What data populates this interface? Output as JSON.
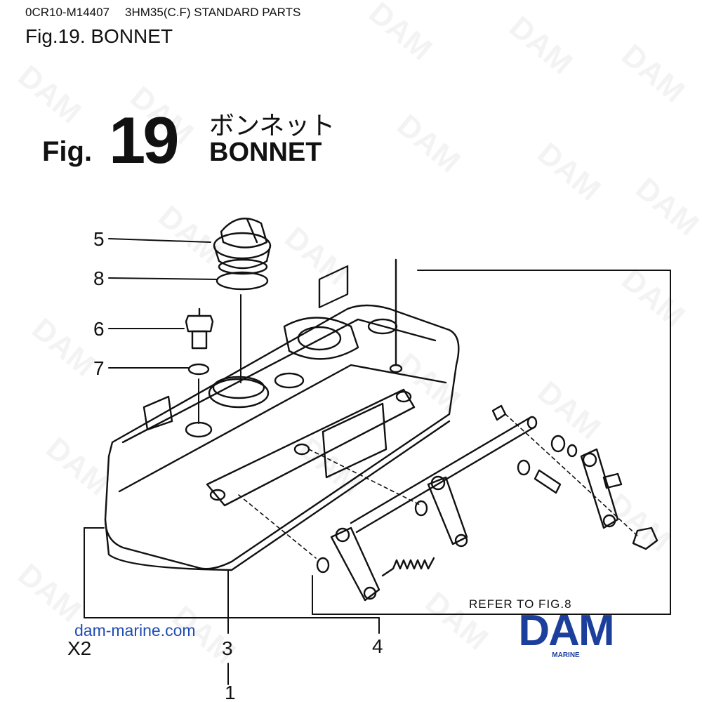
{
  "header": {
    "code": "0CR10-M14407",
    "model": "3HM35(C.F) STANDARD PARTS",
    "caption": "Fig.19.  BONNET"
  },
  "figure_heading": {
    "prefix": "Fig.",
    "number": "19",
    "title_jp": "ボンネット",
    "title_en": "BONNET"
  },
  "callouts": {
    "c5": "5",
    "c8": "8",
    "c6": "6",
    "c7": "7",
    "x2": "X2",
    "c3": "3",
    "c4": "4",
    "c1": "1"
  },
  "refer_note": "REFER TO FIG.8",
  "website": "dam-marine.com",
  "logo": {
    "word": "DAM",
    "sub": "MARINE",
    "color": "#1d3f9c"
  },
  "watermark": "DAM"
}
